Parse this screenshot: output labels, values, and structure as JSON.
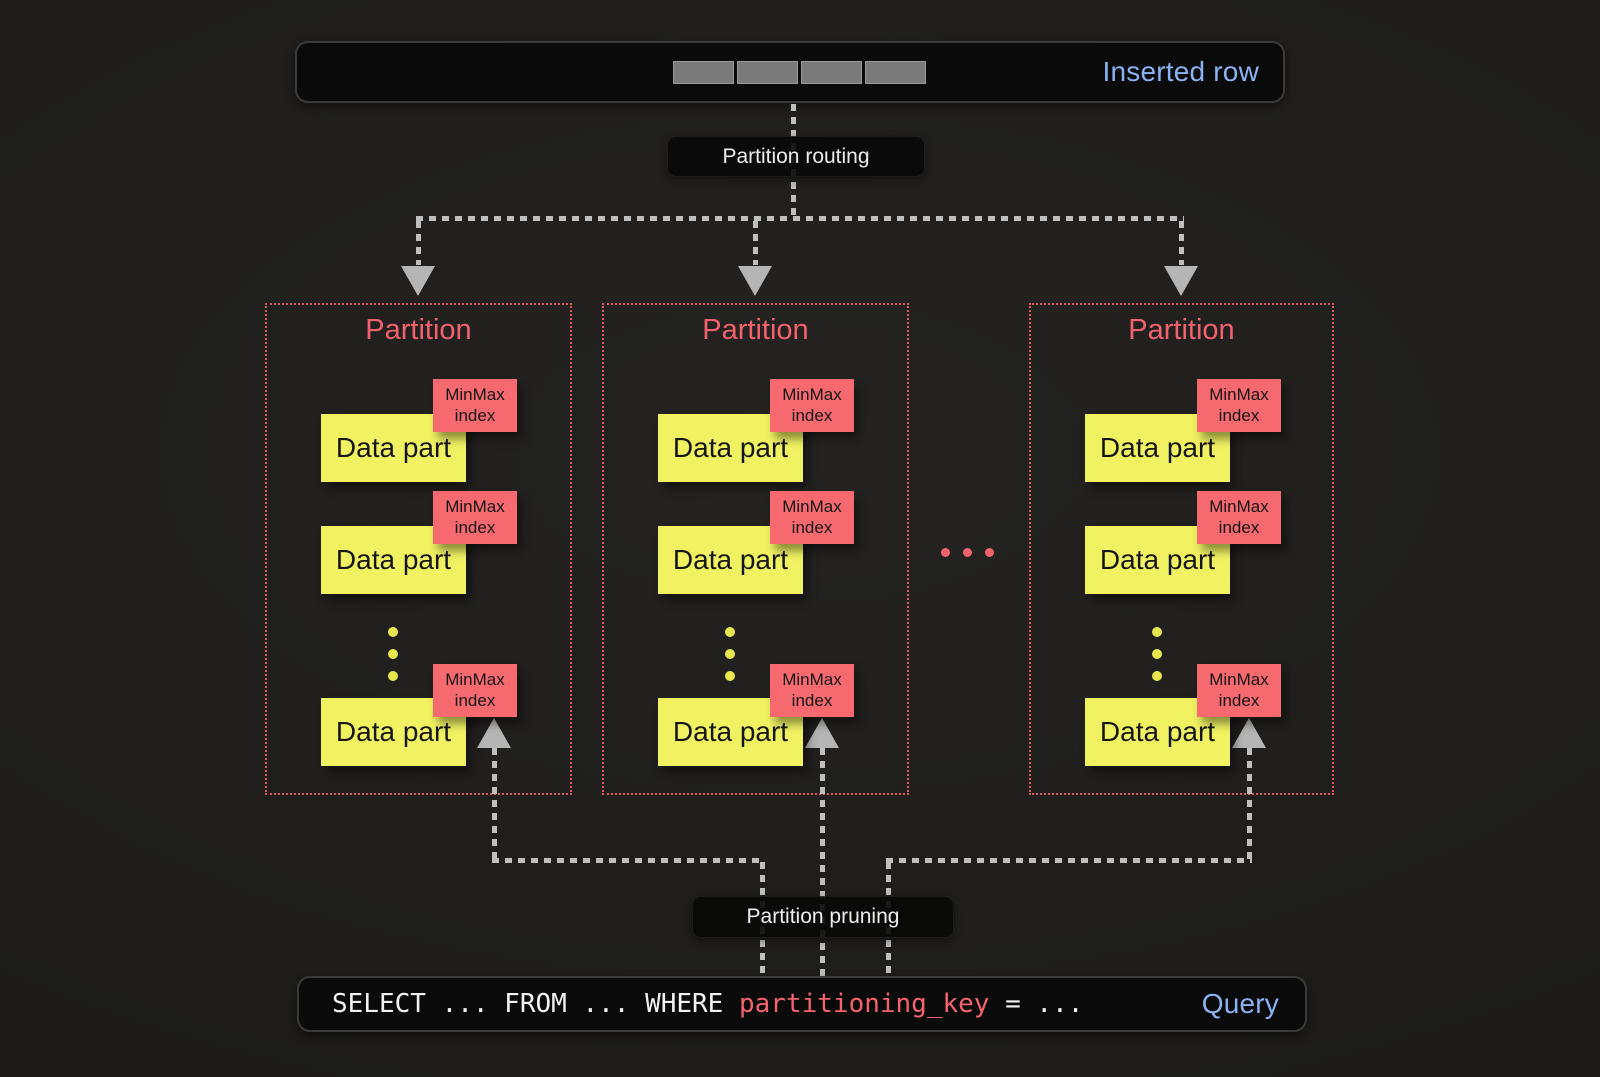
{
  "inserted_row": {
    "label": "Inserted row"
  },
  "flow_labels": {
    "routing": "Partition routing",
    "pruning": "Partition pruning"
  },
  "partitions": [
    {
      "title": "Partition",
      "parts": [
        {
          "label": "Data part",
          "index_label": "MinMax index"
        },
        {
          "label": "Data part",
          "index_label": "MinMax index"
        },
        {
          "label": "Data part",
          "index_label": "MinMax index"
        }
      ]
    },
    {
      "title": "Partition",
      "parts": [
        {
          "label": "Data part",
          "index_label": "MinMax index"
        },
        {
          "label": "Data part",
          "index_label": "MinMax index"
        },
        {
          "label": "Data part",
          "index_label": "MinMax index"
        }
      ]
    },
    {
      "title": "Partition",
      "parts": [
        {
          "label": "Data part",
          "index_label": "MinMax index"
        },
        {
          "label": "Data part",
          "index_label": "MinMax index"
        },
        {
          "label": "Data part",
          "index_label": "MinMax index"
        }
      ]
    }
  ],
  "ellipsis": "...",
  "query": {
    "sql_before": "SELECT ... FROM ... WHERE ",
    "sql_key": "partitioning_key",
    "sql_after": " = ...",
    "label": "Query"
  },
  "colors": {
    "background": "#1e1d1b",
    "panel_black": "#0a0a0a",
    "accent_blue": "#8bb3f4",
    "accent_red": "#f2626b",
    "data_part_yellow": "#f1f262",
    "minmax_red": "#f5696f",
    "arrow_gray": "#bfbfbf"
  }
}
